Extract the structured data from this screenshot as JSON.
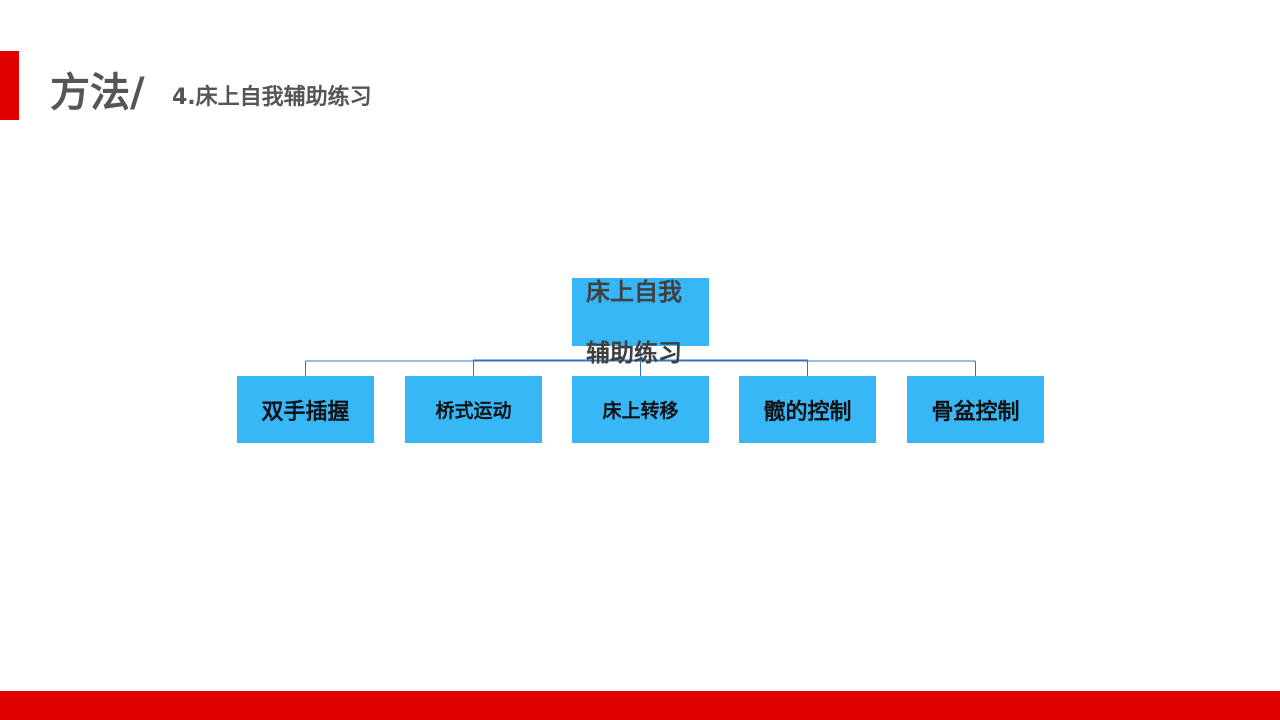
{
  "header": {
    "title": "方法/",
    "subtitle": "4.床上自我辅助练习"
  },
  "diagram": {
    "root": {
      "line1": "床上自我",
      "line2": "辅助练习"
    },
    "children": [
      "双手插握",
      "桥式运动",
      "床上转移",
      "髋的控制",
      "骨盆控制"
    ]
  },
  "colors": {
    "accent": "#e00000",
    "box_fill": "#38b7f7",
    "connector": "#2e75c8",
    "title_text": "#555555"
  }
}
